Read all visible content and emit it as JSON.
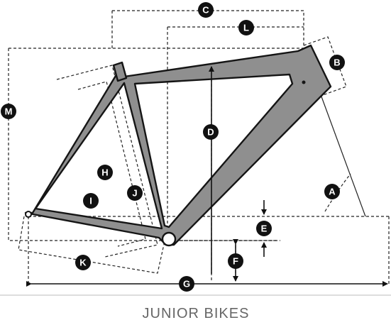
{
  "caption": "JUNIOR BIKES",
  "labels": {
    "A": "A",
    "B": "B",
    "C": "C",
    "D": "D",
    "E": "E",
    "F": "F",
    "G": "G",
    "H": "H",
    "I": "I",
    "J": "J",
    "K": "K",
    "L": "L",
    "M": "M"
  },
  "colors": {
    "frame_fill": "#8f8f8f",
    "line": "#222222",
    "badge": "#111111",
    "caption": "#666666"
  }
}
